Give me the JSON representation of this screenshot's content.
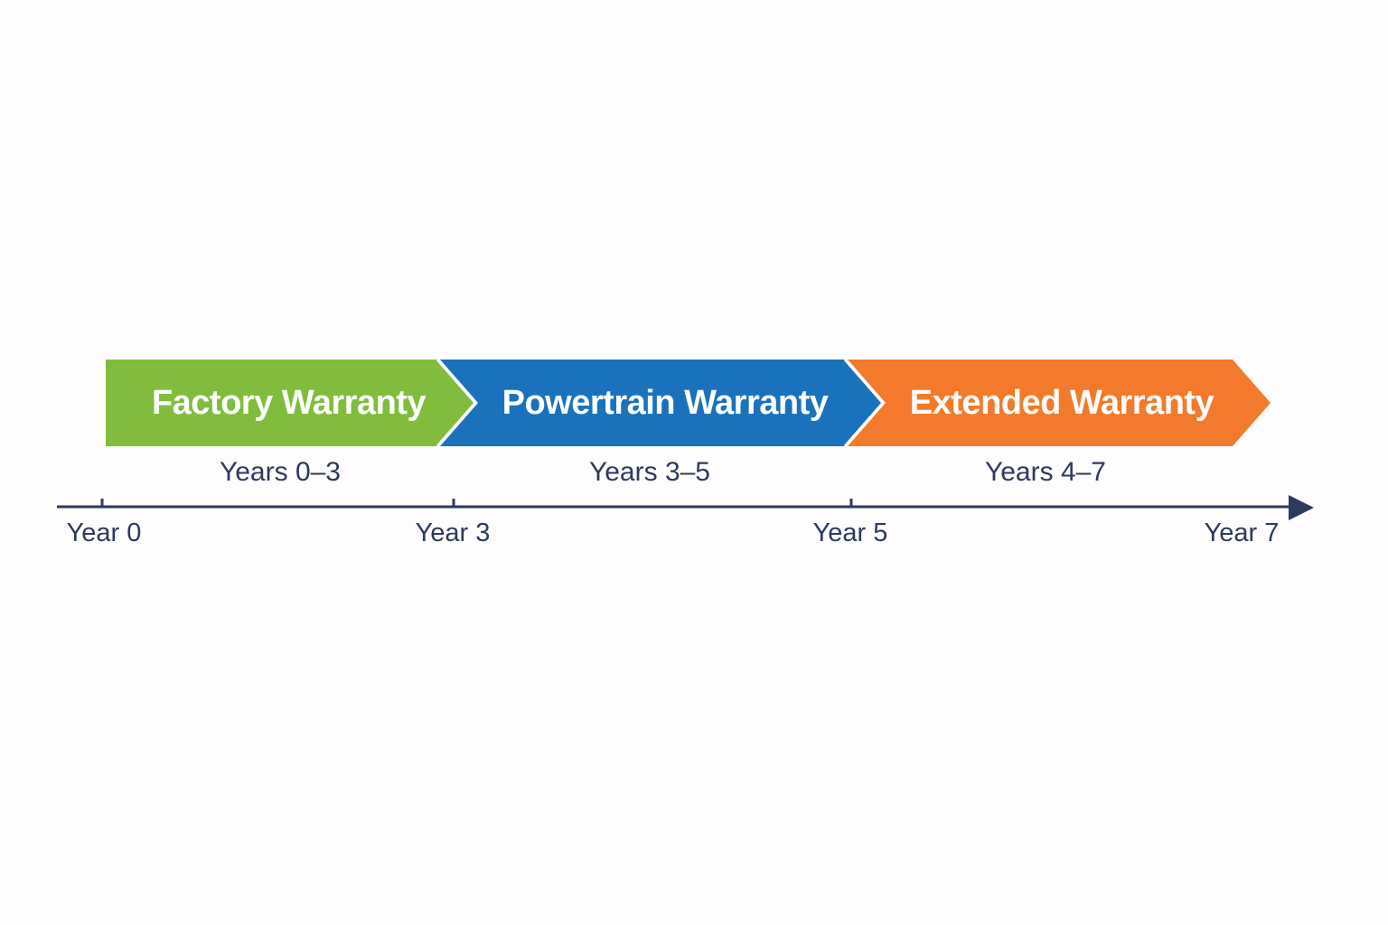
{
  "diagram": {
    "type": "warranty-timeline",
    "segments": [
      {
        "label": "Factory Warranty",
        "range": "Years 0–3",
        "color": "#80bd3c"
      },
      {
        "label": "Powertrain Warranty",
        "range": "Years 3–5",
        "color": "#1a72bc"
      },
      {
        "label": "Extended Warranty",
        "range": "Years 4–7",
        "color": "#f27a2a"
      }
    ],
    "axis": {
      "color": "#2c3a5e",
      "ticks": [
        "Year 0",
        "Year 3",
        "Year 5",
        "Year 7"
      ]
    }
  }
}
